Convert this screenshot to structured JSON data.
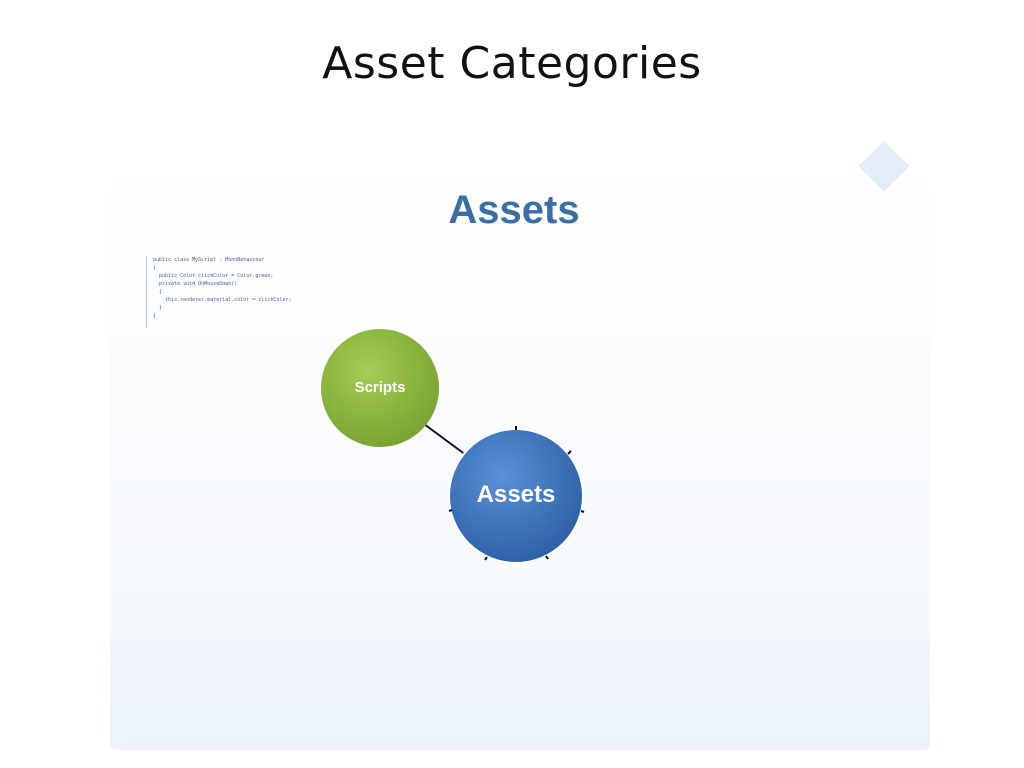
{
  "slide": {
    "title": "Asset Categories"
  },
  "diagram": {
    "heading": "Assets",
    "nodes": {
      "scripts": {
        "label": "Scripts",
        "color": "#8ab43c"
      },
      "assets": {
        "label": "Assets",
        "color": "#3b74bd"
      }
    },
    "code_lines": [
      "public class MyScript : MonoBehaviour",
      "{",
      "  public Color clickColor = Color.green;",
      "  private void OnMouseDown()",
      "  {",
      "    this.renderer.material.color = clickColor;",
      "  }",
      "}"
    ],
    "colors": {
      "heading": "#3a6ea5",
      "connector": "#111111"
    }
  }
}
